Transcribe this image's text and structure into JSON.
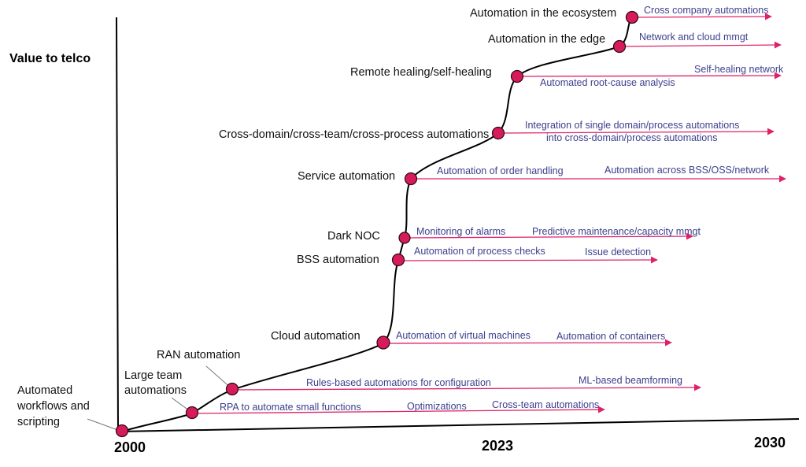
{
  "colors": {
    "branch": "#e0216a",
    "branch_text": "#3b3f8c",
    "milestone_fill": "#d71a5b",
    "curve": "#000000",
    "axis": "#000000"
  },
  "axis": {
    "y_title": "Value to telco",
    "years": [
      "2000",
      "2023",
      "2030"
    ]
  },
  "milestones": [
    {
      "label": [
        "Automated",
        "workflows and",
        "scripting"
      ]
    },
    {
      "label": [
        "Large team",
        "automations"
      ]
    },
    {
      "label": [
        "RAN automation"
      ]
    },
    {
      "label": [
        "Cloud automation"
      ]
    },
    {
      "label": [
        "BSS automation"
      ]
    },
    {
      "label": [
        "Dark NOC"
      ]
    },
    {
      "label": [
        "Service automation"
      ]
    },
    {
      "label": [
        "Cross-domain/cross-team/cross-process automations"
      ]
    },
    {
      "label": [
        "Remote healing/self-healing"
      ]
    },
    {
      "label": [
        "Automation in the edge"
      ]
    },
    {
      "label": [
        "Automation in the ecosystem"
      ]
    }
  ],
  "branches": [
    {
      "texts": [
        "RPA to automate small functions",
        "Optimizations",
        "Cross-team automations"
      ]
    },
    {
      "texts": [
        "Rules-based automations for configuration",
        "ML-based beamforming"
      ]
    },
    {
      "texts": [
        "Automation of virtual machines",
        "Automation of containers"
      ]
    },
    {
      "texts": [
        "Automation of process checks",
        "Issue detection"
      ]
    },
    {
      "texts": [
        "Monitoring of alarms",
        "Predictive maintenance/capacity mmgt"
      ]
    },
    {
      "texts": [
        "Automation of order handling",
        "Automation across BSS/OSS/network"
      ]
    },
    {
      "texts": [
        "Integration of single domain/process automations",
        "into cross-domain/process automations"
      ]
    },
    {
      "texts": [
        "Automated root-cause analysis",
        "Self-healing network"
      ]
    },
    {
      "texts": [
        "Network and cloud mmgt"
      ]
    },
    {
      "texts": [
        "Cross company automations"
      ]
    }
  ]
}
